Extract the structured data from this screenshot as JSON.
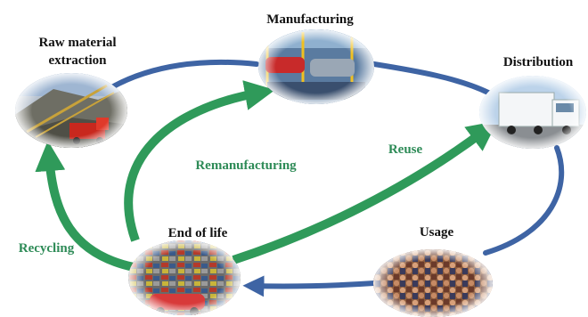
{
  "stages": {
    "raw_material": {
      "line1": "Raw material",
      "line2": "extraction"
    },
    "manufacturing": {
      "label": "Manufacturing"
    },
    "distribution": {
      "label": "Distribution"
    },
    "usage": {
      "label": "Usage"
    },
    "end_of_life": {
      "label": "End of life"
    }
  },
  "flows": {
    "reuse": "Reuse",
    "remanufacturing": "Remanufacturing",
    "recycling": "Recycling"
  },
  "colors": {
    "cycle_arrow": "#3e64a4",
    "loop_arrow": "#2f9a5a",
    "loop_text": "#2e8b57"
  },
  "images": {
    "raw_material": "quarry-with-conveyors-and-red-truck",
    "manufacturing": "car-assembly-line",
    "distribution": "white-freight-truck",
    "usage": "crowd-of-people",
    "end_of_life": "scrapyard-crushed-cars"
  }
}
